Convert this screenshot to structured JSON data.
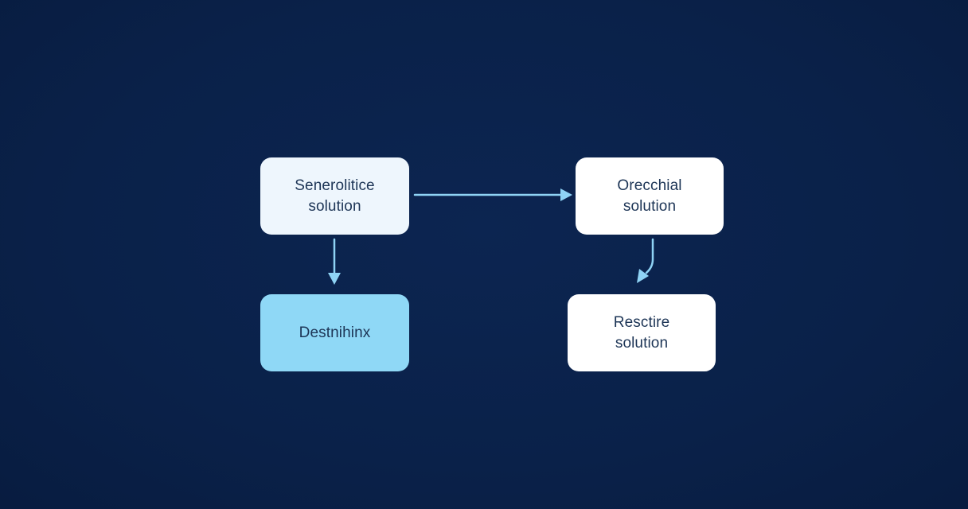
{
  "diagram": {
    "nodes": [
      {
        "id": "a",
        "lines": [
          "Senerolitice",
          "solution"
        ]
      },
      {
        "id": "b",
        "lines": [
          "Destnihinx"
        ]
      },
      {
        "id": "c",
        "lines": [
          "Orecchial",
          "solution"
        ]
      },
      {
        "id": "d",
        "lines": [
          "Resctire",
          "solution"
        ]
      }
    ],
    "edges": [
      {
        "from": "a",
        "to": "c"
      },
      {
        "from": "a",
        "to": "b"
      },
      {
        "from": "c",
        "to": "d"
      }
    ]
  },
  "colors": {
    "background": "#0a2149",
    "connector": "#8fd3f5",
    "node_text": "#1d3556",
    "node_highlight": "#8fd8f6"
  }
}
